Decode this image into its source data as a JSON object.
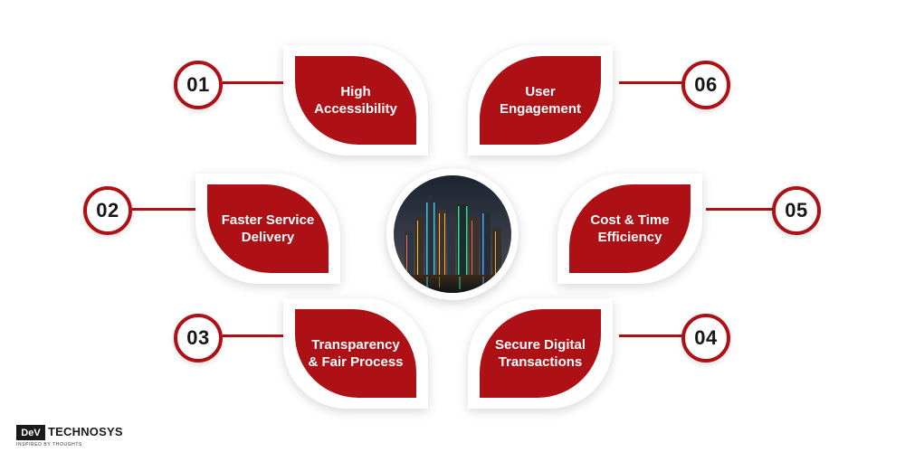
{
  "colors": {
    "accent": "#ad1116",
    "card": "#ffffff",
    "text_dark": "#161616"
  },
  "features": [
    {
      "number": "01",
      "label": [
        "High",
        "Accessibility"
      ]
    },
    {
      "number": "02",
      "label": [
        "Faster Service",
        "Delivery"
      ]
    },
    {
      "number": "03",
      "label": [
        "Transparency",
        "& Fair Process"
      ]
    },
    {
      "number": "04",
      "label": [
        "Secure Digital",
        "Transactions"
      ]
    },
    {
      "number": "05",
      "label": [
        "Cost & Time",
        "Efficiency"
      ]
    },
    {
      "number": "06",
      "label": [
        "User",
        "Engagement"
      ]
    }
  ],
  "center": {
    "icon": "city-skyline-night-image"
  },
  "logo": {
    "box_text": "DeV",
    "word": "TECHNOSYS",
    "tagline": "INSPIRED BY THOUGHTS"
  }
}
